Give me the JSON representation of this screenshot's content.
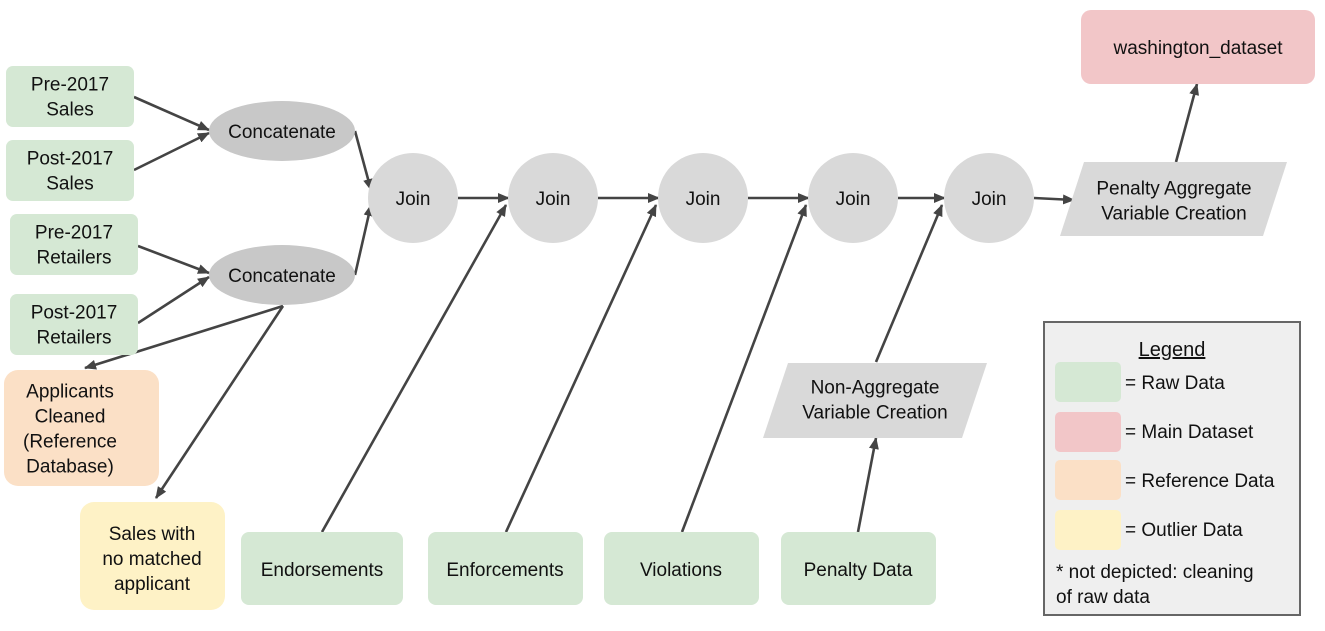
{
  "colors": {
    "raw": "#d5e8d4",
    "main": "#f2c6c8",
    "reference": "#fbe0c6",
    "outlier": "#fef2c6",
    "process": "#d9d9d9",
    "join": "#d9d9d9",
    "concat": "#c8c8c8",
    "edge": "#444444",
    "legend_bg": "#efefef",
    "legend_border": "#666666"
  },
  "nodes": {
    "pre_sales": {
      "lines": [
        "Pre-2017",
        "Sales"
      ]
    },
    "post_sales": {
      "lines": [
        "Post-2017",
        "Sales"
      ]
    },
    "pre_retailers": {
      "lines": [
        "Pre-2017",
        "Retailers"
      ]
    },
    "post_retailers": {
      "lines": [
        "Post-2017",
        "Retailers"
      ]
    },
    "concat_sales": {
      "lines": [
        "Concatenate"
      ]
    },
    "concat_retailers": {
      "lines": [
        "Concatenate"
      ]
    },
    "applicants": {
      "lines": [
        "Applicants",
        "Cleaned",
        "(Reference",
        "Database)"
      ]
    },
    "unmatched": {
      "lines": [
        "Sales with",
        "no matched",
        "applicant"
      ]
    },
    "join1": {
      "lines": [
        "Join"
      ]
    },
    "join2": {
      "lines": [
        "Join"
      ]
    },
    "join3": {
      "lines": [
        "Join"
      ]
    },
    "join4": {
      "lines": [
        "Join"
      ]
    },
    "join5": {
      "lines": [
        "Join"
      ]
    },
    "endorsements": {
      "lines": [
        "Endorsements"
      ]
    },
    "enforcements": {
      "lines": [
        "Enforcements"
      ]
    },
    "violations": {
      "lines": [
        "Violations"
      ]
    },
    "penalty_data": {
      "lines": [
        "Penalty Data"
      ]
    },
    "non_aggregate": {
      "lines": [
        "Non-Aggregate",
        "Variable Creation"
      ]
    },
    "penalty_aggregate": {
      "lines": [
        "Penalty Aggregate",
        "Variable Creation"
      ]
    },
    "washington": {
      "lines": [
        "washington_dataset"
      ]
    }
  },
  "legend": {
    "title": "Legend",
    "items": [
      {
        "label": "= Raw Data",
        "color_key": "raw"
      },
      {
        "label": "= Main Dataset",
        "color_key": "main"
      },
      {
        "label": "= Reference Data",
        "color_key": "reference"
      },
      {
        "label": "= Outlier Data",
        "color_key": "outlier"
      }
    ],
    "note_lines": [
      "* not depicted: cleaning",
      "of raw data"
    ]
  }
}
